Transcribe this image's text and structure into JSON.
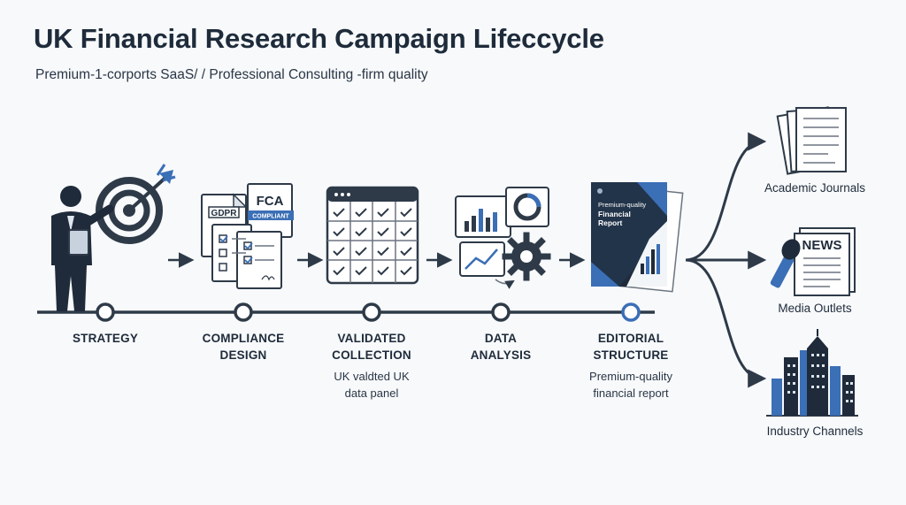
{
  "title": "UK Financial Research Campaign Lifeccycle",
  "subtitle": "Premium-1-corports SaaS/ / Professional Consulting -firm quality",
  "stages": [
    {
      "name": "strategy",
      "label_lines": [
        "STRATEGY"
      ],
      "desc_lines": []
    },
    {
      "name": "compliance-design",
      "label_lines": [
        "COMPLIANCE",
        "DESIGN"
      ],
      "desc_lines": []
    },
    {
      "name": "validated-collection",
      "label_lines": [
        "VALIDATED",
        "COLLECTION"
      ],
      "desc_lines": [
        "UK valdted UK",
        "data panel"
      ]
    },
    {
      "name": "data-analysis",
      "label_lines": [
        "DATA",
        "ANALYSIS"
      ],
      "desc_lines": []
    },
    {
      "name": "editorial-structure",
      "label_lines": [
        "EDITORIAL",
        "STRUCTURE"
      ],
      "desc_lines": [
        "Premium-quality",
        "financial report"
      ]
    }
  ],
  "icon_texts": {
    "gdpr": "GDPR",
    "fca": "FCA",
    "compliant": "COMPLIANT",
    "report_line1": "Premium-quality",
    "report_line2": "Financial",
    "report_line3": "Report",
    "news": "NEWS"
  },
  "channels": [
    {
      "name": "academic-journals",
      "label": "Academic Journals"
    },
    {
      "name": "media-outlets",
      "label": "Media Outlets"
    },
    {
      "name": "industry-channels",
      "label": "Industry Channels"
    }
  ],
  "colors": {
    "navy": "#1f2b3a",
    "dark_slate": "#2e3a48",
    "accent_blue": "#3b6fb6",
    "mid_gray": "#6b7480",
    "light_gray": "#dde3ea"
  }
}
